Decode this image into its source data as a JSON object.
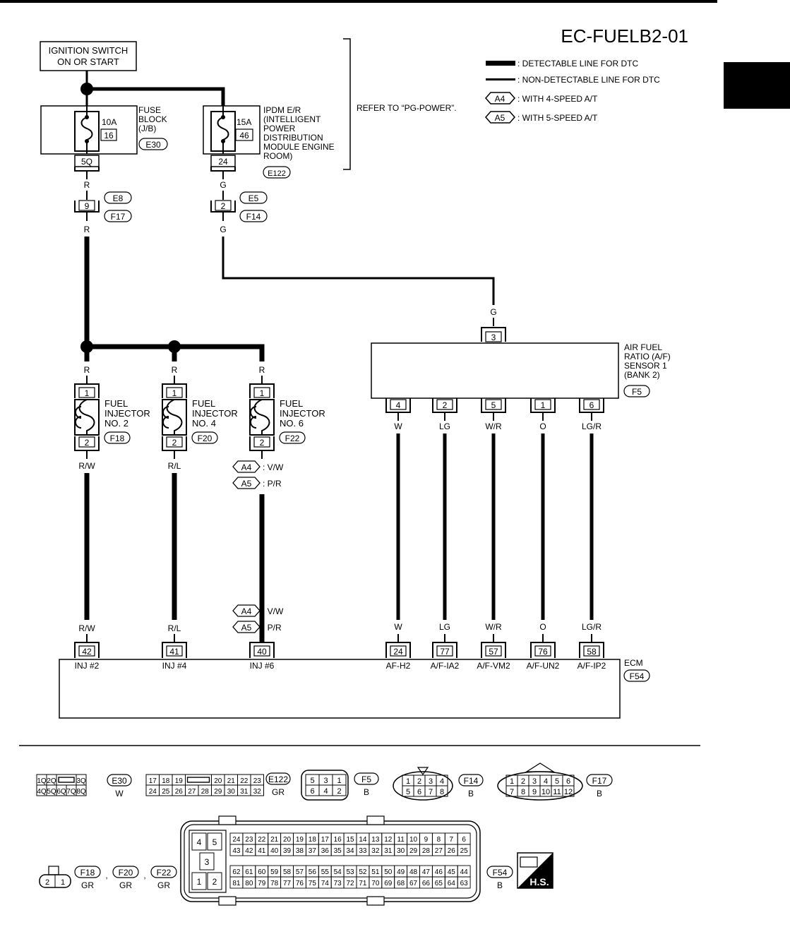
{
  "page_id": "EC-FUELB2-01",
  "legend": {
    "detectable": ": DETECTABLE LINE FOR DTC",
    "non_detectable": ": NON-DETECTABLE LINE FOR DTC",
    "a4_tag": "A4",
    "a4_text": ": WITH 4-SPEED A/T",
    "a5_tag": "A5",
    "a5_text": ": WITH 5-SPEED A/T"
  },
  "ignition": {
    "line1": "IGNITION SWITCH",
    "line2": "ON OR START"
  },
  "refer": "REFER TO “PG-POWER”.",
  "fuse_block": {
    "amp": "10A",
    "num": "16",
    "l1": "FUSE",
    "l2": "BLOCK",
    "l3": "(J/B)",
    "conn": "E30",
    "pin": "5Q"
  },
  "ipdm": {
    "amp": "15A",
    "num": "46",
    "l1": "IPDM E/R",
    "l2": "(INTELLIGENT",
    "l3": "POWER",
    "l4": "DISTRIBUTION",
    "l5": "MODULE ENGINE",
    "l6": "ROOM)",
    "conn": "E122",
    "pin": "24"
  },
  "left_branch": {
    "wire_top": "R",
    "pin": "9",
    "conn_a": "E8",
    "conn_b": "F17",
    "wire_bot": "R"
  },
  "mid_branch": {
    "wire_top": "G",
    "pin": "2",
    "conn_a": "E5",
    "conn_b": "F14",
    "wire_bot": "G",
    "wire_af": "G"
  },
  "injectors": [
    {
      "wire_in": "R",
      "pin_in": "1",
      "l1": "FUEL",
      "l2": "INJECTOR",
      "l3": "NO. 2",
      "conn": "F18",
      "pin_out": "2",
      "wire_out": "R/W",
      "wire_ecm": "R/W",
      "ecm_pin": "42",
      "ecm_label": "INJ #2"
    },
    {
      "wire_in": "R",
      "pin_in": "1",
      "l1": "FUEL",
      "l2": "INJECTOR",
      "l3": "NO. 4",
      "conn": "F20",
      "pin_out": "2",
      "wire_out": "R/L",
      "wire_ecm": "R/L",
      "ecm_pin": "41",
      "ecm_label": "INJ #4"
    },
    {
      "wire_in": "R",
      "pin_in": "1",
      "l1": "FUEL",
      "l2": "INJECTOR",
      "l3": "NO. 6",
      "conn": "F22",
      "pin_out": "2",
      "ecm_pin": "40",
      "ecm_label": "INJ #6"
    }
  ],
  "inj6_options": {
    "a4": "A4",
    "a4_color": ": V/W",
    "a5": "A5",
    "a5_color": ": P/R"
  },
  "af_sensor": {
    "l1": "AIR FUEL",
    "l2": "RATIO (A/F)",
    "l3": "SENSOR 1",
    "l4": "(BANK 2)",
    "conn": "F5",
    "pin_top": "3"
  },
  "af_wires": [
    {
      "pin": "4",
      "wire": "W",
      "ecm_pin": "24",
      "label": "AF-H2"
    },
    {
      "pin": "2",
      "wire": "LG",
      "ecm_pin": "77",
      "label": "A/F-IA2"
    },
    {
      "pin": "5",
      "wire": "W/R",
      "ecm_pin": "57",
      "label": "A/F-VM2"
    },
    {
      "pin": "1",
      "wire": "O",
      "ecm_pin": "76",
      "label": "A/F-UN2"
    },
    {
      "pin": "6",
      "wire": "LG/R",
      "ecm_pin": "58",
      "label": "A/F-IP2"
    }
  ],
  "ecm": {
    "label": "ECM",
    "conn": "F54"
  },
  "connectors": {
    "e30": {
      "row1": [
        "1Q",
        "2Q",
        "",
        "3Q"
      ],
      "row2": [
        "4Q",
        "5Q",
        "6Q",
        "7Q",
        "8Q"
      ],
      "id": "E30",
      "color": "W"
    },
    "e122": {
      "row1": [
        "17",
        "18",
        "19",
        "",
        "20",
        "21",
        "22",
        "23"
      ],
      "row2": [
        "24",
        "25",
        "26",
        "27",
        "28",
        "29",
        "30",
        "31",
        "32"
      ],
      "id": "E122",
      "color": "GR"
    },
    "f5": {
      "row1": [
        "5",
        "3",
        "1"
      ],
      "row2": [
        "6",
        "4",
        "2"
      ],
      "id": "F5",
      "color": "B"
    },
    "f14": {
      "row1": [
        "1",
        "2",
        "3",
        "4"
      ],
      "row2": [
        "5",
        "6",
        "7",
        "8"
      ],
      "id": "F14",
      "color": "B"
    },
    "f17": {
      "row1": [
        "1",
        "2",
        "3",
        "4",
        "5",
        "6"
      ],
      "row2": [
        "7",
        "8",
        "9",
        "10",
        "11",
        "12"
      ],
      "id": "F17",
      "color": "B"
    },
    "inj": {
      "pins": [
        "2",
        "1"
      ],
      "ids": [
        "F18",
        "F20",
        "F22"
      ],
      "colors": [
        "GR",
        "GR",
        "GR"
      ],
      "sep": ","
    },
    "f54": {
      "left": [
        "4",
        "5",
        "3",
        "1",
        "2"
      ],
      "r1": [
        "24",
        "23",
        "22",
        "21",
        "20",
        "19",
        "18",
        "17",
        "16",
        "15",
        "14",
        "13",
        "12",
        "11",
        "10",
        "9",
        "8",
        "7",
        "6"
      ],
      "r2": [
        "43",
        "42",
        "41",
        "40",
        "39",
        "38",
        "37",
        "36",
        "35",
        "34",
        "33",
        "32",
        "31",
        "30",
        "29",
        "28",
        "27",
        "26",
        "25"
      ],
      "r3": [
        "62",
        "61",
        "60",
        "59",
        "58",
        "57",
        "56",
        "55",
        "54",
        "53",
        "52",
        "51",
        "50",
        "49",
        "48",
        "47",
        "46",
        "45",
        "44"
      ],
      "r4": [
        "81",
        "80",
        "79",
        "78",
        "77",
        "76",
        "75",
        "74",
        "73",
        "72",
        "71",
        "70",
        "69",
        "68",
        "67",
        "66",
        "65",
        "64",
        "63"
      ],
      "id": "F54",
      "color": "B"
    }
  },
  "hs_label": "H.S."
}
